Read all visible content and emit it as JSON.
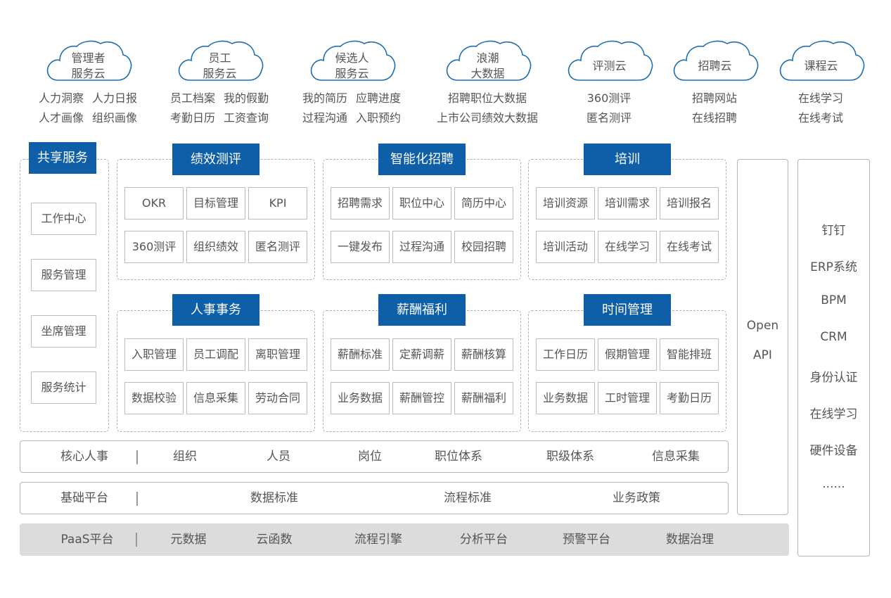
{
  "clouds": [
    {
      "label_lines": [
        "管理者",
        "服务云"
      ],
      "features": [
        [
          "人力洞察",
          "人力日报"
        ],
        [
          "人才画像",
          "组织画像"
        ]
      ]
    },
    {
      "label_lines": [
        "员工",
        "服务云"
      ],
      "features": [
        [
          "员工档案",
          "我的假勤"
        ],
        [
          "考勤日历",
          "工资查询"
        ]
      ]
    },
    {
      "label_lines": [
        "候选人",
        "服务云"
      ],
      "features": [
        [
          "我的简历",
          "应聘进度"
        ],
        [
          "过程沟通",
          "入职预约"
        ]
      ]
    },
    {
      "label_lines": [
        "浪潮",
        "大数据"
      ],
      "features": [
        [
          "招聘职位大数据"
        ],
        [
          "上市公司绩效大数据"
        ]
      ]
    },
    {
      "label_lines": [
        "评测云"
      ],
      "features": [
        [
          "360测评"
        ],
        [
          "匿名测评"
        ]
      ]
    },
    {
      "label_lines": [
        "招聘云"
      ],
      "features": [
        [
          "招聘网站"
        ],
        [
          "在线招聘"
        ]
      ]
    },
    {
      "label_lines": [
        "课程云"
      ],
      "features": [
        [
          "在线学习"
        ],
        [
          "在线考试"
        ]
      ]
    }
  ],
  "shared_services": {
    "title": "共享服务",
    "items": [
      "工作中心",
      "服务管理",
      "坐席管理",
      "服务统计"
    ]
  },
  "modules": [
    {
      "title": "绩效测评",
      "cells": [
        "OKR",
        "目标管理",
        "KPI",
        "360测评",
        "组织绩效",
        "匿名测评"
      ]
    },
    {
      "title": "智能化招聘",
      "cells": [
        "招聘需求",
        "职位中心",
        "简历中心",
        "一键发布",
        "过程沟通",
        "校园招聘"
      ]
    },
    {
      "title": "培训",
      "cells": [
        "培训资源",
        "培训需求",
        "培训报名",
        "培训活动",
        "在线学习",
        "在线考试"
      ]
    },
    {
      "title": "人事事务",
      "cells": [
        "入职管理",
        "员工调配",
        "离职管理",
        "数据校验",
        "信息采集",
        "劳动合同"
      ]
    },
    {
      "title": "薪酬福利",
      "cells": [
        "薪酬标准",
        "定薪调薪",
        "薪酬核算",
        "业务数据",
        "薪酬管控",
        "薪酬福利"
      ]
    },
    {
      "title": "时间管理",
      "cells": [
        "工作日历",
        "假期管理",
        "智能排班",
        "业务数据",
        "工时管理",
        "考勤日历"
      ]
    }
  ],
  "core_hr": {
    "label": "核心人事",
    "items": [
      "组织",
      "人员",
      "岗位",
      "职位体系",
      "职级体系",
      "信息采集"
    ]
  },
  "base_platform": {
    "label": "基础平台",
    "items": [
      "数据标准",
      "流程标准",
      "业务政策"
    ]
  },
  "paas": {
    "label": "PaaS平台",
    "items": [
      "元数据",
      "云函数",
      "流程引擎",
      "分析平台",
      "预警平台",
      "数据治理"
    ]
  },
  "open_api": {
    "line1": "Open",
    "line2": "API"
  },
  "integrations": [
    "钉钉",
    "ERP系统",
    "BPM",
    "CRM",
    "身份认证",
    "在线学习",
    "硬件设备",
    "......"
  ],
  "colors": {
    "accent": "#0e5fa8",
    "cloud_stroke": "#1f6fb2",
    "paas_bg": "#dcdcdc"
  }
}
